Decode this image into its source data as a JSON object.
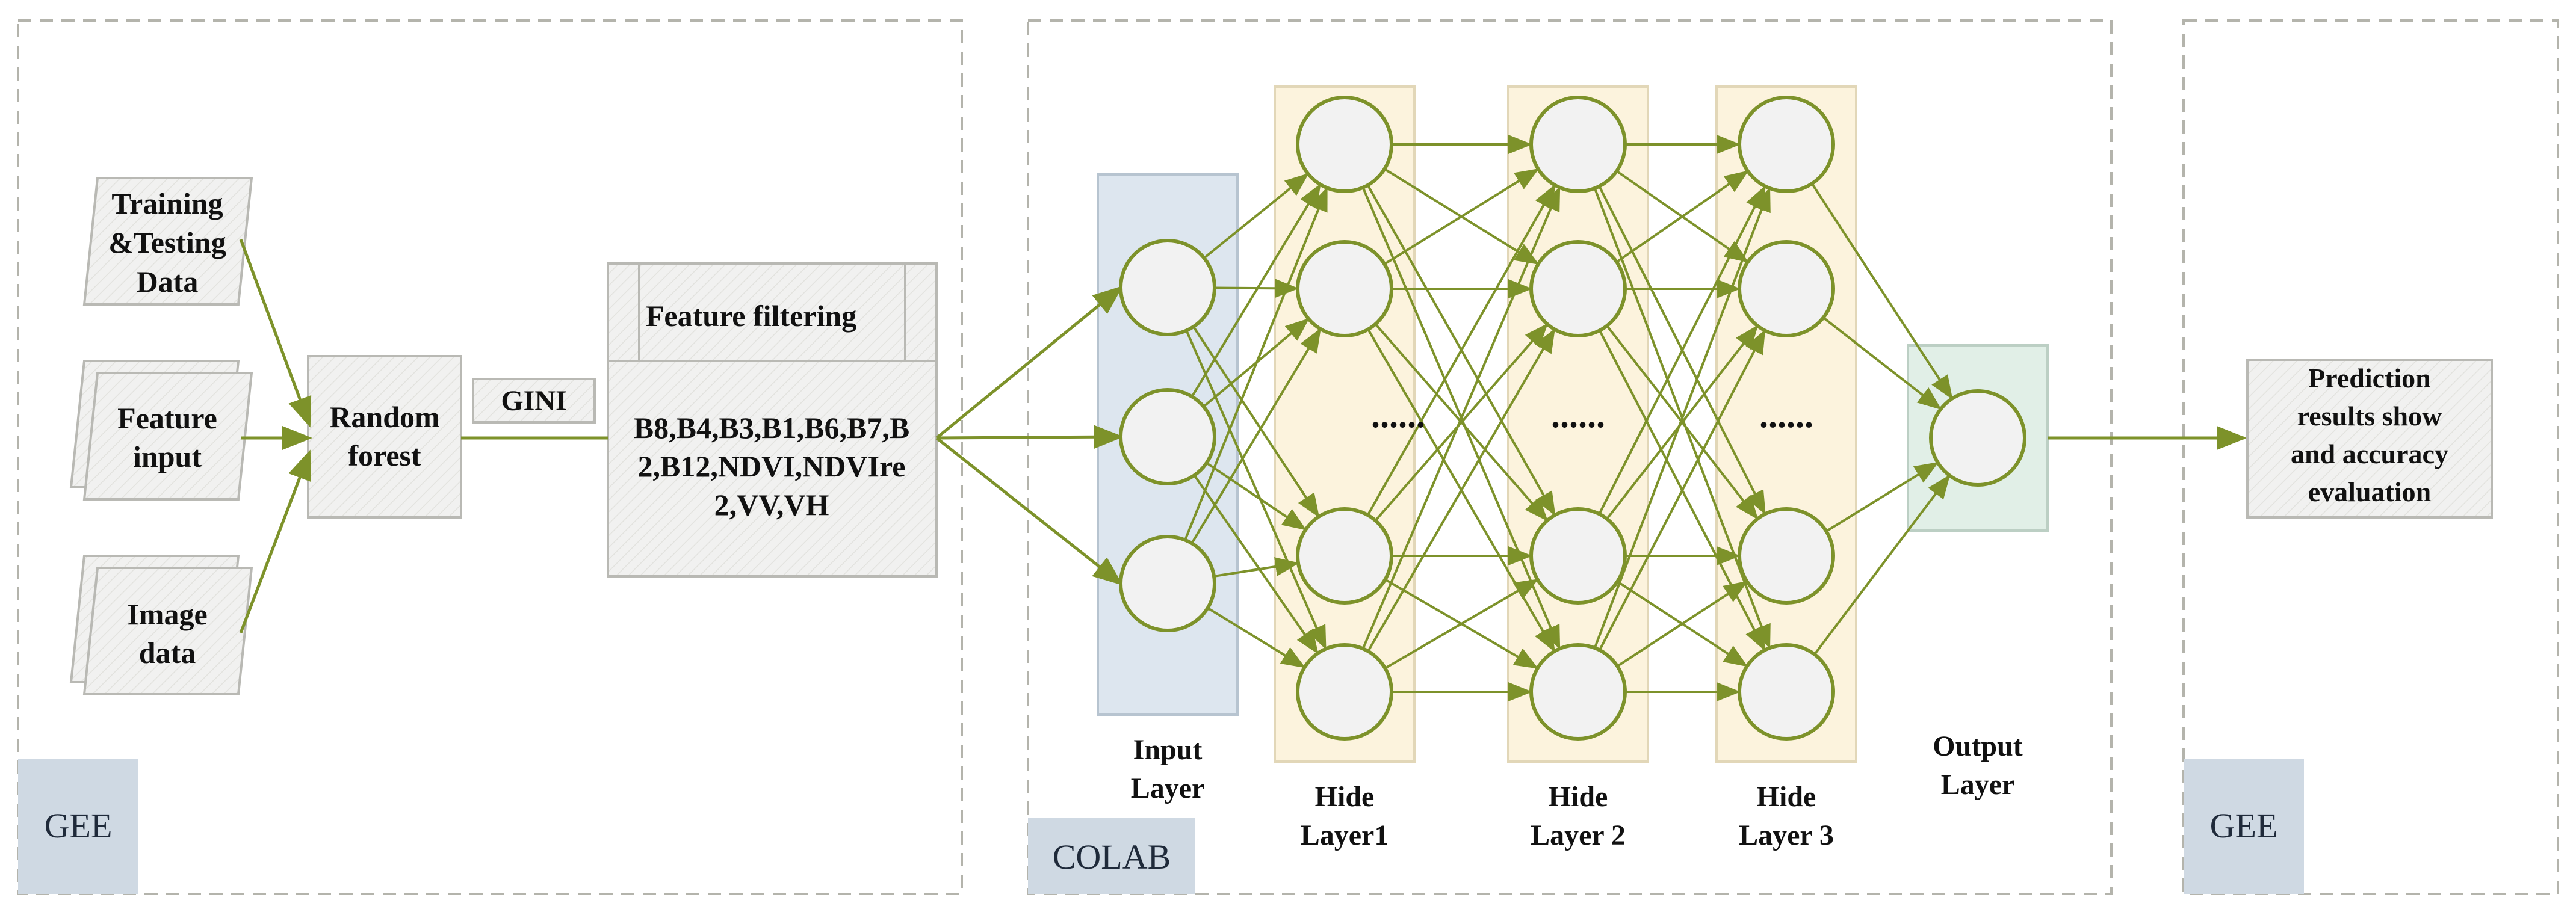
{
  "colors": {
    "arrow": "#7d922a",
    "node_fill": "#f2f2f2",
    "box_fill": "#f1f1f0",
    "box_edge": "#b9b9b4",
    "panel_border": "#b4b4ac",
    "tag_fill": "#cfd9e3",
    "input_layer_fill": "#dde6ef",
    "hidden_layer_fill": "#fcf3dd",
    "output_layer_fill": "#e1efe7"
  },
  "panels": {
    "gee_left_tag": "GEE",
    "colab_tag": "COLAB",
    "gee_right_tag": "GEE"
  },
  "inputs": {
    "training": [
      "Training",
      "&Testing",
      "Data"
    ],
    "feature": [
      "Feature",
      "input"
    ],
    "image": [
      "Image",
      "data"
    ]
  },
  "random_forest": [
    "Random",
    "forest"
  ],
  "gini": "GINI",
  "feature_filtering": {
    "title": "Feature filtering",
    "features": [
      "B8,B4,B3,B1,B6,B7,B",
      "2,B12,NDVI,NDVIre",
      "2,VV,VH"
    ]
  },
  "network": {
    "ellipsis": "......",
    "layers": {
      "input": [
        "Input",
        "Layer"
      ],
      "hidden1": [
        "Hide",
        "Layer1"
      ],
      "hidden2": [
        "Hide",
        "Layer 2"
      ],
      "hidden3": [
        "Hide",
        "Layer 3"
      ],
      "output": [
        "Output",
        "Layer"
      ]
    }
  },
  "prediction": [
    "Prediction",
    "results show",
    "and accuracy",
    "evaluation"
  ]
}
